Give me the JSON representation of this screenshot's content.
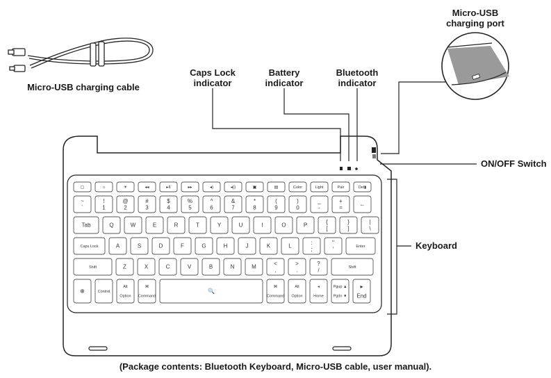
{
  "labels": {
    "micro_usb_port": [
      "Micro-USB",
      "charging port"
    ],
    "caps_lock": [
      "Caps Lock",
      "indicator"
    ],
    "battery": [
      "Battery",
      "indicator"
    ],
    "bluetooth": [
      "Bluetooth",
      "indicator"
    ],
    "cable": "Micro-USB charging cable",
    "onoff": "ON/OFF Switch",
    "keyboard": "Keyboard",
    "caption": "(Package contents: Bluetooth Keyboard, Micro-USB cable, user manual)."
  },
  "keyboard": {
    "rows": [
      [
        {
          "t": [
            "▢"
          ],
          "w": 25
        },
        {
          "t": [
            "☼"
          ],
          "w": 25
        },
        {
          "t": [
            "☀"
          ],
          "w": 25
        },
        {
          "t": [
            "◂◂"
          ],
          "w": 25
        },
        {
          "t": [
            "▸II"
          ],
          "w": 25
        },
        {
          "t": [
            "▸▸"
          ],
          "w": 25
        },
        {
          "t": [
            "◂)"
          ],
          "w": 25
        },
        {
          "t": [
            "◂))"
          ],
          "w": 25
        },
        {
          "t": [
            "▣"
          ],
          "w": 25
        },
        {
          "t": [
            "▤"
          ],
          "w": 25
        },
        {
          "t": [
            "Color"
          ],
          "w": 25
        },
        {
          "t": [
            "Light"
          ],
          "w": 25
        },
        {
          "t": [
            "Pair"
          ],
          "w": 25
        },
        {
          "t": [
            "Del▮"
          ],
          "w": 25
        }
      ],
      [
        {
          "t": [
            "~",
            "`"
          ],
          "w": 25
        },
        {
          "t": [
            "!",
            "1"
          ],
          "w": 25
        },
        {
          "t": [
            "@",
            "2"
          ],
          "w": 25
        },
        {
          "t": [
            "#",
            "3"
          ],
          "w": 25
        },
        {
          "t": [
            "$",
            "4"
          ],
          "w": 25
        },
        {
          "t": [
            "%",
            "5"
          ],
          "w": 25
        },
        {
          "t": [
            "^",
            "6"
          ],
          "w": 25
        },
        {
          "t": [
            "&",
            "7"
          ],
          "w": 25
        },
        {
          "t": [
            "*",
            "8"
          ],
          "w": 25
        },
        {
          "t": [
            "(",
            "9"
          ],
          "w": 25
        },
        {
          "t": [
            ")",
            "0"
          ],
          "w": 25
        },
        {
          "t": [
            "_",
            "-"
          ],
          "w": 25
        },
        {
          "t": [
            "+",
            "="
          ],
          "w": 25
        },
        {
          "t": [
            "←"
          ],
          "w": 25
        }
      ],
      [
        {
          "t": [
            "Tab"
          ],
          "w": 36
        },
        {
          "t": [
            "Q"
          ],
          "w": 25
        },
        {
          "t": [
            "W"
          ],
          "w": 25
        },
        {
          "t": [
            "E"
          ],
          "w": 25
        },
        {
          "t": [
            "R"
          ],
          "w": 25
        },
        {
          "t": [
            "T"
          ],
          "w": 25
        },
        {
          "t": [
            "Y"
          ],
          "w": 25
        },
        {
          "t": [
            "U"
          ],
          "w": 25
        },
        {
          "t": [
            "I"
          ],
          "w": 25
        },
        {
          "t": [
            "O"
          ],
          "w": 25
        },
        {
          "t": [
            "P"
          ],
          "w": 25
        },
        {
          "t": [
            "{",
            "["
          ],
          "w": 25
        },
        {
          "t": [
            "}",
            "]"
          ],
          "w": 25
        },
        {
          "t": [
            "|",
            "\\"
          ],
          "w": 25
        }
      ],
      [
        {
          "t": [
            "Caps Lock"
          ],
          "w": 45
        },
        {
          "t": [
            "A"
          ],
          "w": 25
        },
        {
          "t": [
            "S"
          ],
          "w": 25
        },
        {
          "t": [
            "D"
          ],
          "w": 25
        },
        {
          "t": [
            "F"
          ],
          "w": 25
        },
        {
          "t": [
            "G"
          ],
          "w": 25
        },
        {
          "t": [
            "H"
          ],
          "w": 25
        },
        {
          "t": [
            "J"
          ],
          "w": 25
        },
        {
          "t": [
            "K"
          ],
          "w": 25
        },
        {
          "t": [
            "L"
          ],
          "w": 25
        },
        {
          "t": [
            ":",
            ";"
          ],
          "w": 25
        },
        {
          "t": [
            "\"",
            "'"
          ],
          "w": 25
        },
        {
          "t": [
            "Enter"
          ],
          "w": 42
        }
      ],
      [
        {
          "t": [
            "Shift"
          ],
          "w": 55
        },
        {
          "t": [
            "Z"
          ],
          "w": 25
        },
        {
          "t": [
            "X"
          ],
          "w": 25
        },
        {
          "t": [
            "C"
          ],
          "w": 25
        },
        {
          "t": [
            "V"
          ],
          "w": 25
        },
        {
          "t": [
            "B"
          ],
          "w": 25
        },
        {
          "t": [
            "N"
          ],
          "w": 25
        },
        {
          "t": [
            "M"
          ],
          "w": 25
        },
        {
          "t": [
            "<",
            ","
          ],
          "w": 25
        },
        {
          "t": [
            ">",
            "."
          ],
          "w": 25
        },
        {
          "t": [
            "?",
            "/"
          ],
          "w": 25
        },
        {
          "t": [
            "Shift"
          ],
          "w": 60
        }
      ],
      [
        {
          "t": [
            "⊕"
          ],
          "w": 25
        },
        {
          "t": [
            "Control"
          ],
          "w": 25
        },
        {
          "t": [
            "Alt",
            "Option"
          ],
          "w": 25
        },
        {
          "t": [
            "⌘",
            "Command"
          ],
          "w": 25
        },
        {
          "t": [
            "🔍"
          ],
          "w": 148
        },
        {
          "t": [
            "⌘",
            "Command"
          ],
          "w": 25
        },
        {
          "t": [
            "Alt",
            "Option"
          ],
          "w": 25
        },
        {
          "t": [
            "◂",
            "Home"
          ],
          "w": 25
        },
        {
          "t": [
            "Pgup ▲",
            "Pgdn ▼"
          ],
          "w": 25
        },
        {
          "t": [
            "▸",
            "End"
          ],
          "w": 25
        }
      ]
    ]
  }
}
